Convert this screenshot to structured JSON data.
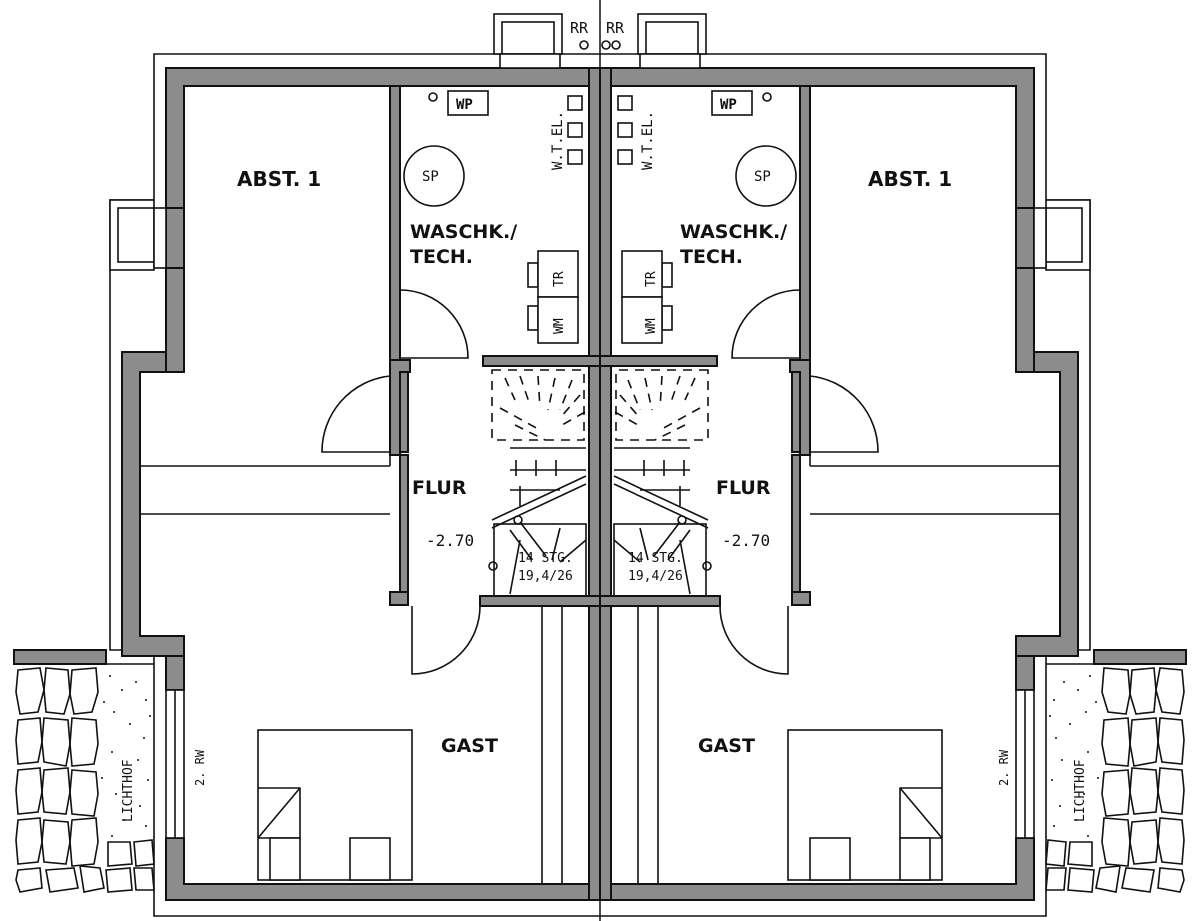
{
  "labels": {
    "rr": "RR",
    "abst": "ABST. 1",
    "wp": "WP",
    "sp": "SP",
    "wtel": "W.T.EL.",
    "waschk_line1": "WASCHK./",
    "waschk_line2": "TECH.",
    "tr": "TR",
    "wm": "WM",
    "flur": "FLUR",
    "level": "-2.70",
    "stairs_line1": "14 STG.",
    "stairs_line2": "19,4/26",
    "gast": "GAST",
    "rw": "2. RW",
    "lichthof": "LICHTHOF"
  },
  "colors": {
    "wall_fill": "#8c8c8c",
    "line": "#111111",
    "background": "#ffffff"
  }
}
